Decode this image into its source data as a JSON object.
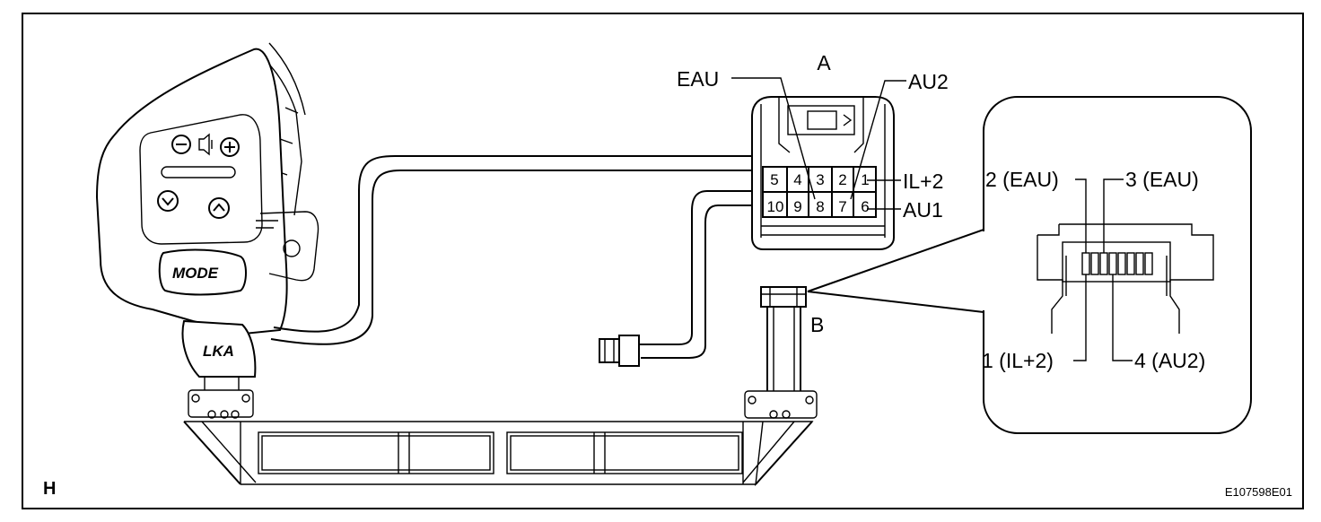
{
  "figure": {
    "corner_letter": "H",
    "ref_code": "E107598E01"
  },
  "switch": {
    "mode_label": "MODE",
    "lka_label": "LKA"
  },
  "connector_a": {
    "letter": "A",
    "callouts": {
      "eau": "EAU",
      "au2": "AU2",
      "il2": "IL+2",
      "au1": "AU1"
    },
    "pins_top": [
      "5",
      "4",
      "3",
      "2",
      "1"
    ],
    "pins_bottom": [
      "10",
      "9",
      "8",
      "7",
      "6"
    ]
  },
  "connector_b": {
    "letter": "B",
    "callouts": {
      "pin2": "2 (EAU)",
      "pin3": "3 (EAU)",
      "pin1": "1 (IL+2)",
      "pin4": "4 (AU2)"
    }
  }
}
